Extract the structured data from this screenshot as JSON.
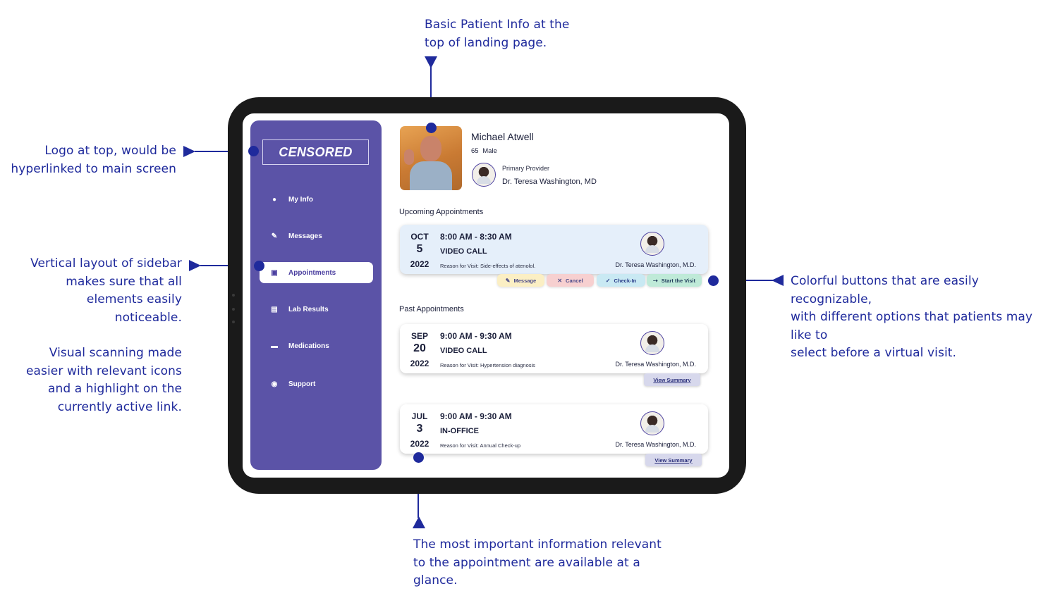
{
  "annotations": {
    "top": [
      "Basic Patient Info at the",
      "top of landing page."
    ],
    "logo": [
      "Logo at top, would be",
      "hyperlinked to main screen"
    ],
    "sidebar": [
      "Vertical layout of sidebar",
      "makes sure that all",
      "elements easily",
      "noticeable."
    ],
    "scanning": [
      "Visual scanning made",
      "easier with relevant icons",
      "and a highlight on the",
      "currently active link."
    ],
    "buttons": [
      "Colorful buttons that are easily",
      "recognizable,",
      "with different options that patients may",
      "like to",
      "select before a virtual visit."
    ],
    "bottom": [
      "The most important information relevant",
      "to the appointment are available at a",
      "glance."
    ]
  },
  "sidebar": {
    "logo": "CENSORED",
    "items": [
      {
        "label": "My Info",
        "icon": "user-icon"
      },
      {
        "label": "Messages",
        "icon": "message-icon"
      },
      {
        "label": "Appointments",
        "icon": "calendar-icon",
        "active": true
      },
      {
        "label": "Lab Results",
        "icon": "lab-icon"
      },
      {
        "label": "Medications",
        "icon": "pill-icon"
      },
      {
        "label": "Support",
        "icon": "support-icon"
      }
    ]
  },
  "patient": {
    "name": "Michael Atwell",
    "age": "65",
    "sex": "Male",
    "provider_label": "Primary Provider",
    "provider": "Dr. Teresa Washington, MD"
  },
  "upcoming": {
    "title": "Upcoming Appointments",
    "appointment": {
      "month": "OCT",
      "day": "5",
      "year": "2022",
      "time": "8:00 AM - 8:30 AM",
      "type": "VIDEO CALL",
      "reason": "Reason for Visit: Side-effects of atenolol.",
      "doctor": "Dr. Teresa Washington, M.D."
    },
    "buttons": {
      "message": "Message",
      "cancel": "Cancel",
      "checkin": "Check-In",
      "start": "Start the Visit"
    }
  },
  "past": {
    "title": "Past Appointments",
    "appointments": [
      {
        "month": "SEP",
        "day": "20",
        "year": "2022",
        "time": "9:00 AM - 9:30 AM",
        "type": "VIDEO CALL",
        "reason": "Reason for Visit: Hypertension diagnosis",
        "doctor": "Dr. Teresa Washington, M.D.",
        "summary": "View Summary"
      },
      {
        "month": "JUL",
        "day": "3",
        "year": "2022",
        "time": "9:00 AM - 9:30 AM",
        "type": "IN-OFFICE",
        "reason": "Reason for Visit: Annual Check-up",
        "doctor": "Dr. Teresa Washington, M.D.",
        "summary": "View Summary"
      }
    ]
  },
  "colors": {
    "annotation": "#1f2a9c",
    "sidebar": "#5b53a7",
    "upcoming_card": "#e5effa",
    "message_btn": "#fbefc4",
    "cancel_btn": "#f7d0d0",
    "checkin_btn": "#c9e9f3",
    "start_btn": "#bfead8"
  }
}
